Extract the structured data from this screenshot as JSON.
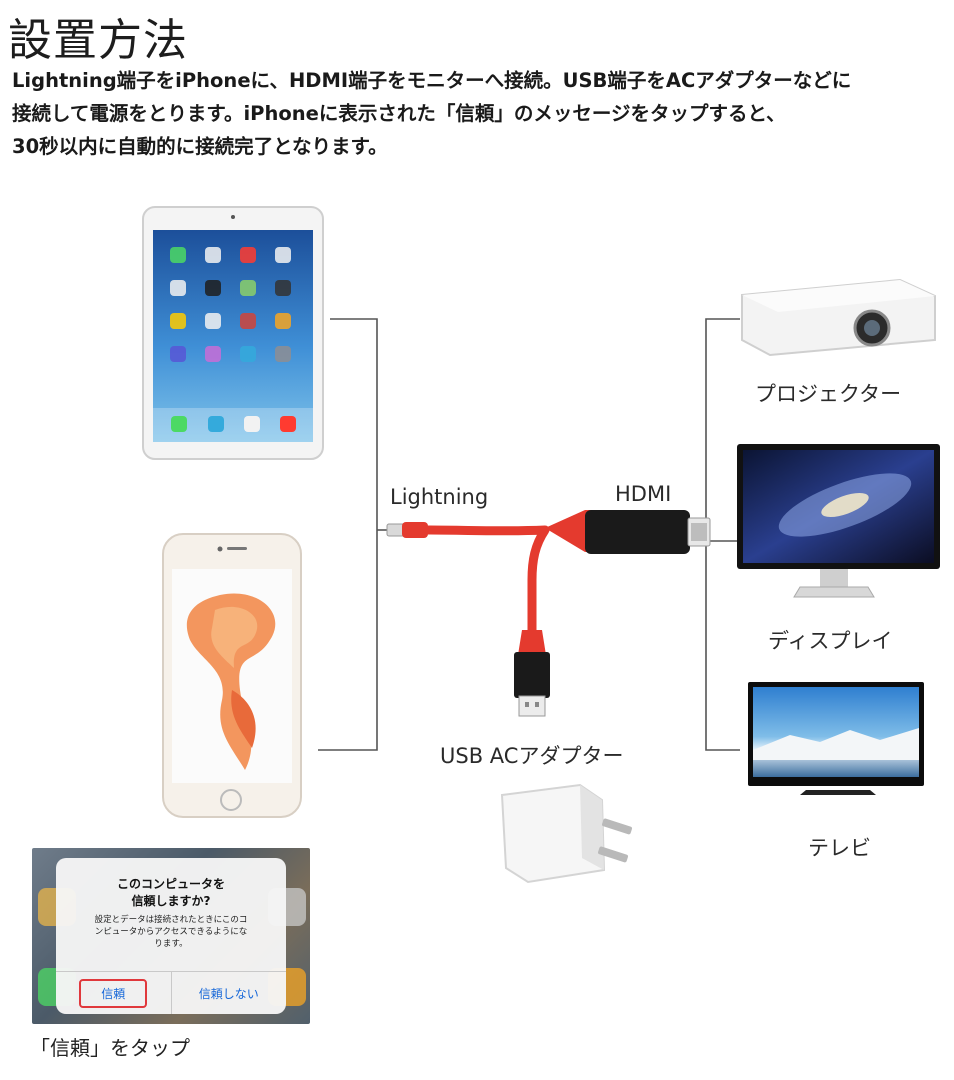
{
  "heading": "設置方法",
  "description_lines": [
    "Lightning端子をiPhoneに、HDMI端子をモニターへ接続。USB端子をACアダプターなどに",
    "接続して電源をとります。iPhoneに表示された「信頼」のメッセージをタップすると、",
    "30秒以内に自動的に接続完了となります。"
  ],
  "connectors": {
    "lightning": "Lightning",
    "hdmi": "HDMI",
    "usb_ac": "USB ACアダプター"
  },
  "outputs": {
    "projector": "プロジェクター",
    "display": "ディスプレイ",
    "tv": "テレビ"
  },
  "dialog": {
    "title_line1": "このコンピュータを",
    "title_line2": "信頼しますか?",
    "body_line1": "設定とデータは接続されたときにこのコ",
    "body_line2": "ンピュータからアクセスできるようにな",
    "body_line3": "ります。",
    "trust_button": "信頼",
    "dont_trust_button": "信頼しない"
  },
  "caption": "「信頼」をタップ",
  "colors": {
    "cable_red": "#e43a2e",
    "connector_black": "#1a1a1a",
    "line_gray": "#555555",
    "dialog_button_blue": "#1466d8",
    "highlight_red": "#e0383c"
  }
}
